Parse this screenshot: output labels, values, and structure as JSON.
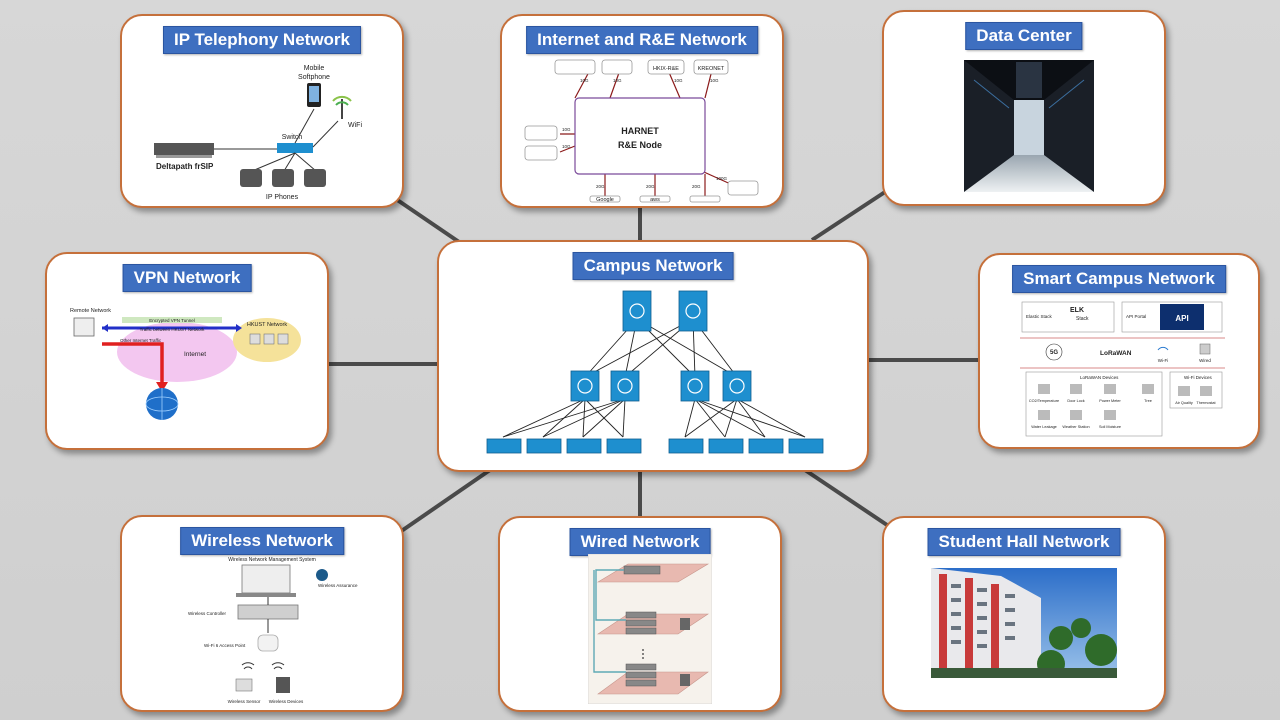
{
  "nodes": {
    "ip_telephony": {
      "title": "IP Telephony Network",
      "labels": {
        "mobile": "Mobile",
        "softphone": "Softphone",
        "wifi": "WiFi",
        "switch": "Switch",
        "server": "Deltapath frSIP",
        "phones": "IP Phones"
      }
    },
    "internet": {
      "title": "Internet and R&E Network",
      "node_line1": "HARNET",
      "node_line2": "R&E Node",
      "peers_top": [
        "",
        "",
        "HKIX-R&E",
        "KREONET"
      ],
      "peers_bottom": [
        "Google",
        "aws",
        ""
      ],
      "speeds": [
        "10G",
        "10G",
        "10G",
        "10G",
        "10G",
        "10G",
        "20G",
        "20G",
        "20G",
        "100G"
      ]
    },
    "datacenter": {
      "title": "Data Center"
    },
    "vpn": {
      "title": "VPN  Network",
      "labels": {
        "remote": "Remote Network",
        "tunnel": "Encrypted VPN Tunnel",
        "traffic": "Traffic between HKUST Network",
        "other": "Other Internet Traffic",
        "internet": "Internet",
        "hkust": "HKUST Network"
      }
    },
    "campus": {
      "title": "Campus  Network"
    },
    "smart": {
      "title": "Smart Campus Network",
      "labels": {
        "elastic": "Elastic Stack",
        "elk": "ELK",
        "stack": "Stack",
        "api_portal": "API Portal",
        "api": "API",
        "g5": "5G",
        "lora": "LoRaWAN",
        "wifi": "Wi-Fi",
        "wired": "Wired",
        "lora_dev": "LoRaWAN Devices",
        "wifi_dev": "Wi-Fi Devices",
        "devices": [
          "CO2/Temperature",
          "Door Lock",
          "Power Meter",
          "Tree",
          "Water Leakage",
          "Weather Station",
          "Soil Moisture",
          "Air Quality",
          "Thermostat"
        ]
      }
    },
    "wireless": {
      "title": "Wireless Network",
      "labels": {
        "nms": "Wireless Network Management System",
        "assurance": "Wireless Assurance",
        "controller": "Wireless Controller",
        "ap": "Wi-Fi 6  Access Point",
        "sensor": "Wireless Sensor",
        "devices": "Wireless Devices"
      }
    },
    "wired": {
      "title": "Wired Network"
    },
    "student": {
      "title": "Student Hall Network"
    }
  },
  "colors": {
    "title_bg": "#3e6fc0",
    "border": "#c5703b",
    "switch_blue": "#1e8fcf",
    "link": "#4a4a4a"
  }
}
